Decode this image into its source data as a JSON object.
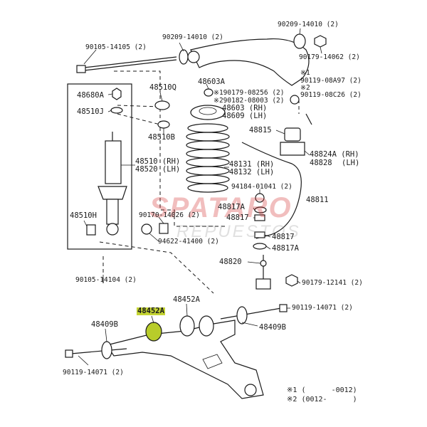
{
  "watermark": {
    "brand": "SPATARO",
    "sub": "REPUESTOS"
  },
  "labels": [
    {
      "id": "l1",
      "text": "90209-14010 (2)"
    },
    {
      "id": "l2",
      "text": "90209-14010 (2)"
    },
    {
      "id": "l3",
      "text": "90105-14105 (2)"
    },
    {
      "id": "l4",
      "text": "90179-14062 (2)"
    },
    {
      "id": "l5",
      "text": "※1"
    },
    {
      "id": "l6",
      "text": "90119-08A97 (2)"
    },
    {
      "id": "l7",
      "text": "※2"
    },
    {
      "id": "l8",
      "text": "90119-08C26 (2)"
    },
    {
      "id": "l9",
      "text": "48603A"
    },
    {
      "id": "l10",
      "text": "48680A"
    },
    {
      "id": "l11",
      "text": "48510Q"
    },
    {
      "id": "l12",
      "text": "※190179-08256 (2)"
    },
    {
      "id": "l13",
      "text": "※290182-08003 (2)"
    },
    {
      "id": "l14",
      "text": "48603 (RH)"
    },
    {
      "id": "l15",
      "text": "48609 (LH)"
    },
    {
      "id": "l16",
      "text": "48510J"
    },
    {
      "id": "l17",
      "text": "48510B"
    },
    {
      "id": "l18",
      "text": "48815"
    },
    {
      "id": "l19",
      "text": "48824A (RH)"
    },
    {
      "id": "l20",
      "text": "48828"
    },
    {
      "id": "l21",
      "text": "(LH)"
    },
    {
      "id": "l22",
      "text": "48510 (RH)"
    },
    {
      "id": "l23",
      "text": "48520 (LH)"
    },
    {
      "id": "l24",
      "text": "48131 (RH)"
    },
    {
      "id": "l25",
      "text": "48132 (LH)"
    },
    {
      "id": "l26",
      "text": "94184-01041 (2)"
    },
    {
      "id": "l27",
      "text": "48811"
    },
    {
      "id": "l28",
      "text": "48817A"
    },
    {
      "id": "l29",
      "text": "48817"
    },
    {
      "id": "l30",
      "text": "48510H"
    },
    {
      "id": "l31",
      "text": "90170-14026 (2)"
    },
    {
      "id": "l32",
      "text": "94622-41400 (2)"
    },
    {
      "id": "l33",
      "text": "48817"
    },
    {
      "id": "l34",
      "text": "48817A"
    },
    {
      "id": "l35",
      "text": "48820"
    },
    {
      "id": "l36",
      "text": "90105-14104 (2)"
    },
    {
      "id": "l37",
      "text": "90179-12141 (2)"
    },
    {
      "id": "l38",
      "text": "48452A"
    },
    {
      "id": "l39",
      "text": "48452A"
    },
    {
      "id": "l40",
      "text": "90119-14071 (2)"
    },
    {
      "id": "l41",
      "text": "48409B"
    },
    {
      "id": "l42",
      "text": "48409B"
    },
    {
      "id": "l43",
      "text": "90119-14071 (2)"
    }
  ],
  "legend": [
    {
      "mark": "※1",
      "text": "(      -0012)"
    },
    {
      "mark": "※2",
      "text": "(0012-      )"
    }
  ],
  "colors": {
    "highlight": "#c4d433",
    "line": "#1a1a1a"
  }
}
